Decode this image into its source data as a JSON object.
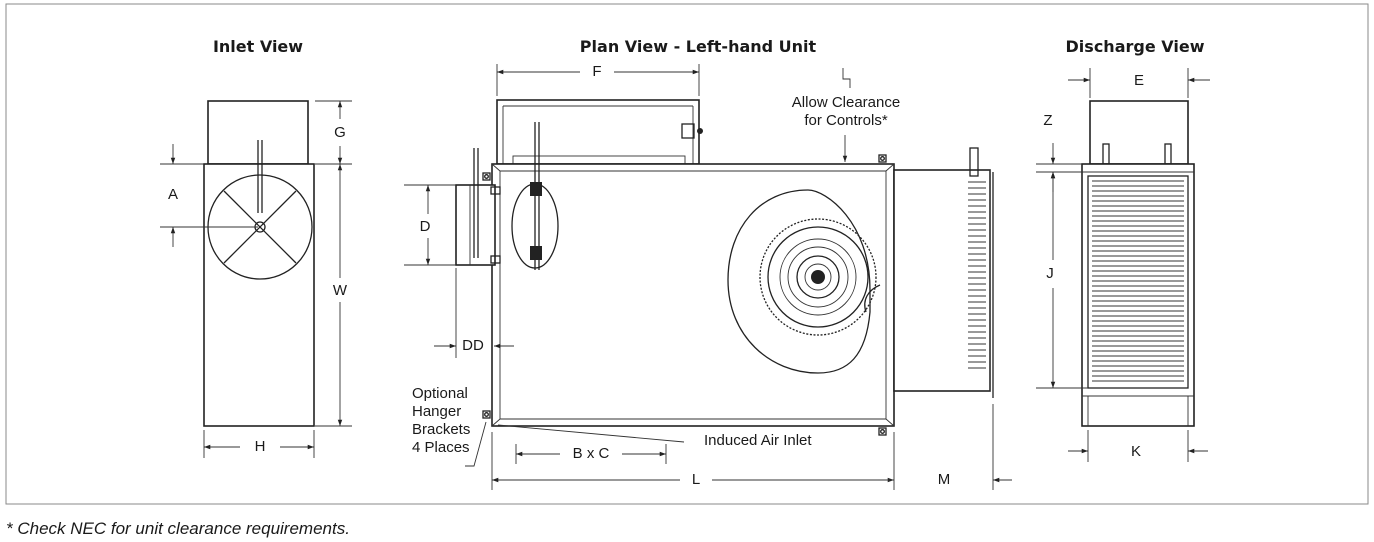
{
  "views": {
    "inlet": "Inlet View",
    "plan": "Plan View - Left-hand Unit",
    "discharge": "Discharge View"
  },
  "dims": {
    "a": "A",
    "g": "G",
    "w": "W",
    "h": "H",
    "f": "F",
    "d": "D",
    "dd": "DD",
    "bxc": "B x C",
    "l": "L",
    "m": "M",
    "e": "E",
    "z": "Z",
    "j": "J",
    "k": "K"
  },
  "callouts": {
    "clearance_line1": "Allow Clearance",
    "clearance_line2": "for Controls*",
    "hanger_line1": "Optional",
    "hanger_line2": "Hanger",
    "hanger_line3": "Brackets",
    "hanger_line4": "4 Places",
    "induced": "Induced Air Inlet"
  },
  "footnote": "* Check NEC for unit clearance requirements."
}
